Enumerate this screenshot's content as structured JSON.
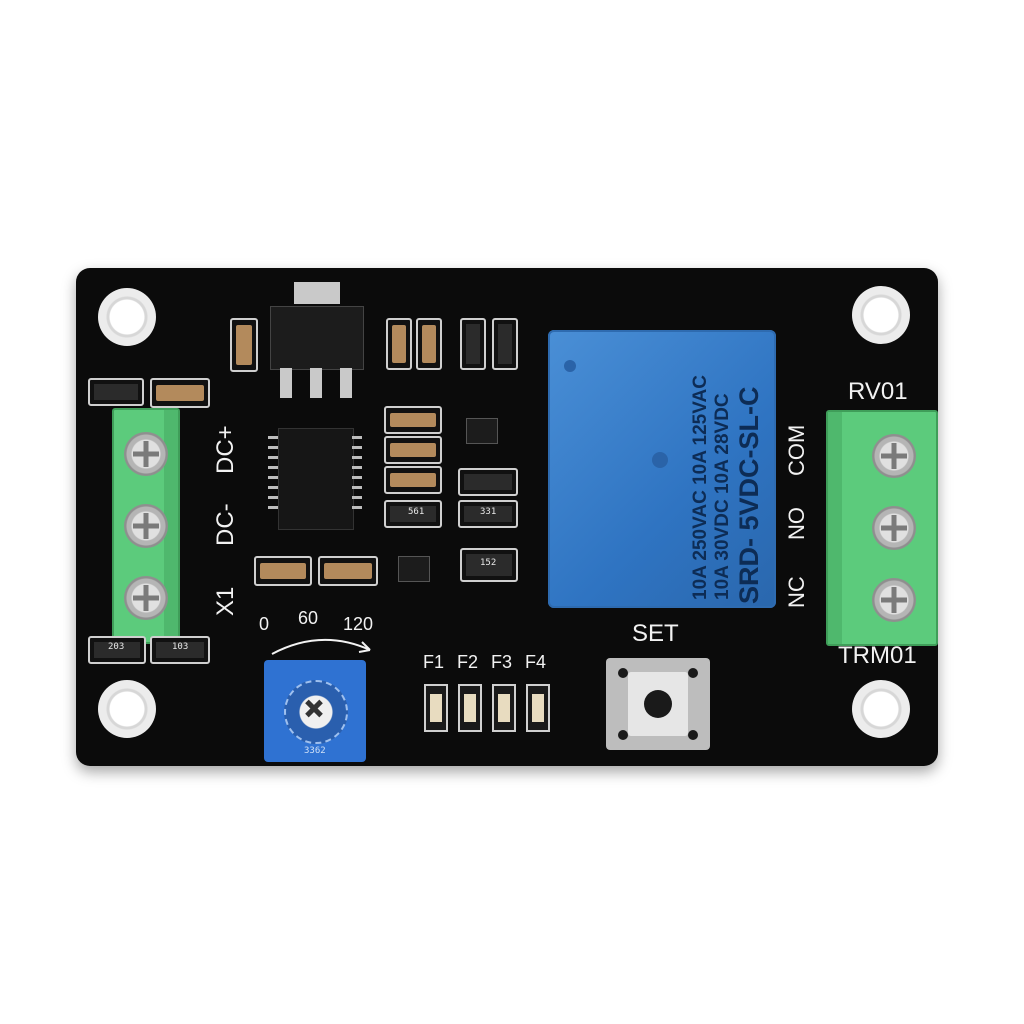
{
  "board": {
    "labels": {
      "dc_plus": "DC+",
      "dc_minus": "DC-",
      "x1": "X1",
      "rv01": "RV01",
      "trm01": "TRM01",
      "com": "COM",
      "no": "NO",
      "nc": "NC",
      "set": "SET",
      "f1": "F1",
      "f2": "F2",
      "f3": "F3",
      "f4": "F4",
      "scale_0": "0",
      "scale_60": "60",
      "scale_120": "120"
    },
    "relay": {
      "line1": "10A 250VAC  10A 125VAC",
      "line2": "10A 30VDC  10A 28VDC",
      "line3": "SRD-  5VDC-SL-C"
    },
    "component_codes": {
      "r_561": "561",
      "r_331": "331",
      "r_152": "152",
      "r_203": "203",
      "r_103": "103",
      "pot_code": "3362"
    }
  },
  "colors": {
    "pcb": "#0b0b0b",
    "terminal": "#5ccb7c",
    "relay": "#2f74c2",
    "silkscreen": "#f2f2f2"
  }
}
